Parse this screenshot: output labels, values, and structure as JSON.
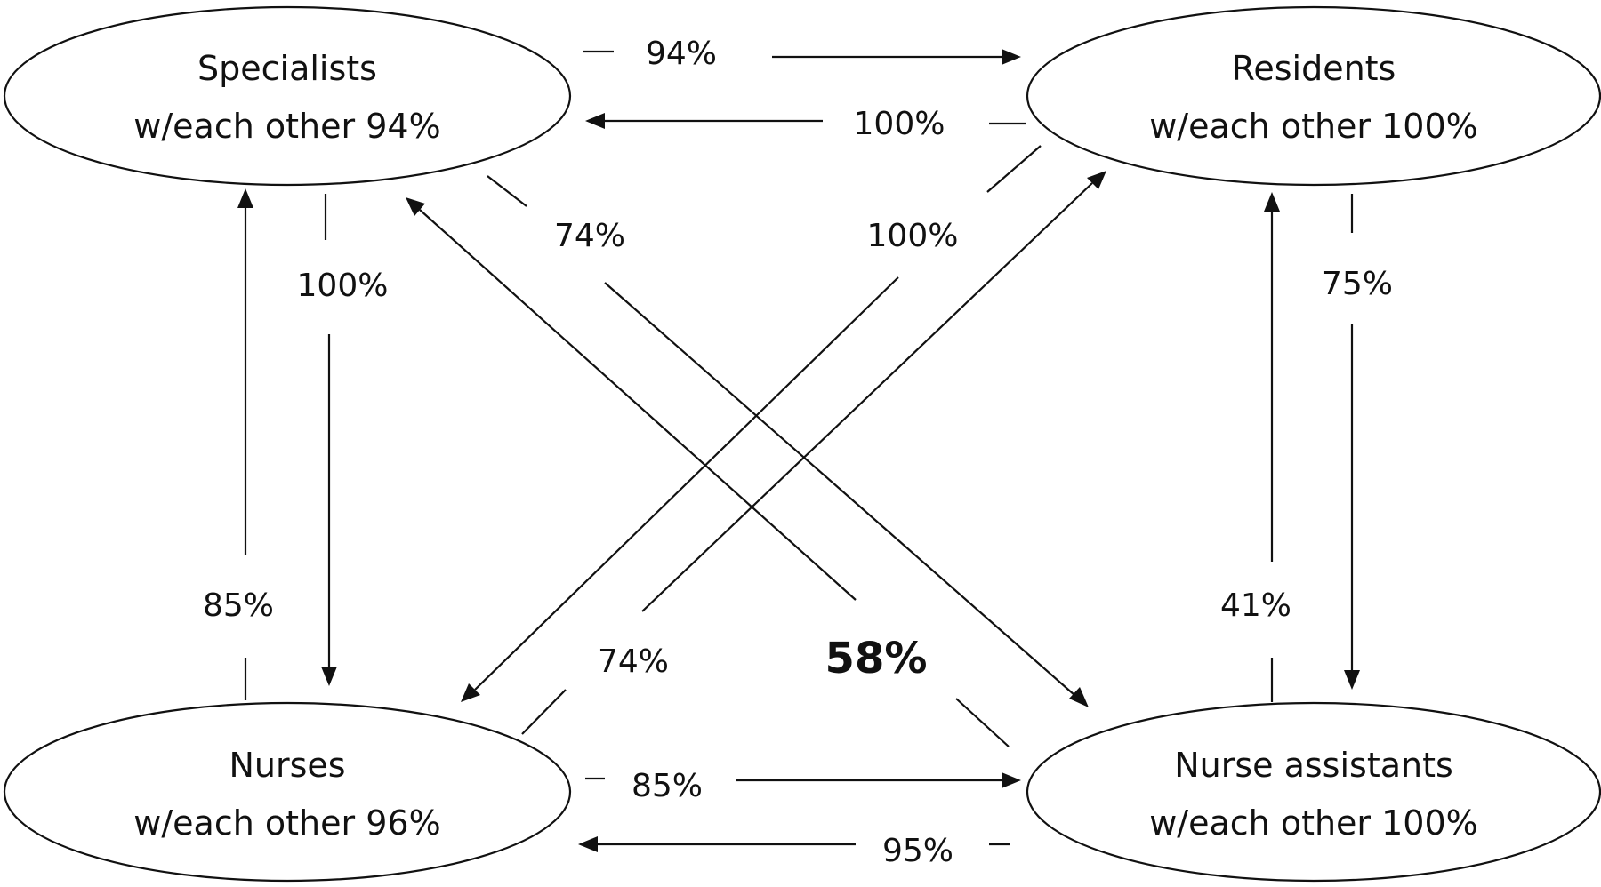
{
  "nodes": {
    "specialists": {
      "name": "Specialists",
      "within": "w/each other 94%"
    },
    "residents": {
      "name": "Residents",
      "within": "w/each other 100%"
    },
    "nurses": {
      "name": "Nurses",
      "within": "w/each other 96%"
    },
    "nurse_assistants": {
      "name": "Nurse assistants",
      "within": "w/each other 100%"
    }
  },
  "edges": {
    "specialists_to_residents": "94%",
    "residents_to_specialists": "100%",
    "residents_to_nurses": "100%",
    "specialists_to_nurse_assistants": "74%",
    "specialists_to_nurses": "100%",
    "nurses_to_specialists": "85%",
    "residents_to_nurse_assistants": "75%",
    "nurse_assistants_to_residents": "41%",
    "nurses_to_residents": "74%",
    "nurse_assistants_to_specialists": "58%",
    "nurses_to_nurse_assistants": "85%",
    "nurse_assistants_to_nurses": "95%"
  },
  "colors": {
    "stroke": "#111111",
    "background": "#ffffff"
  }
}
